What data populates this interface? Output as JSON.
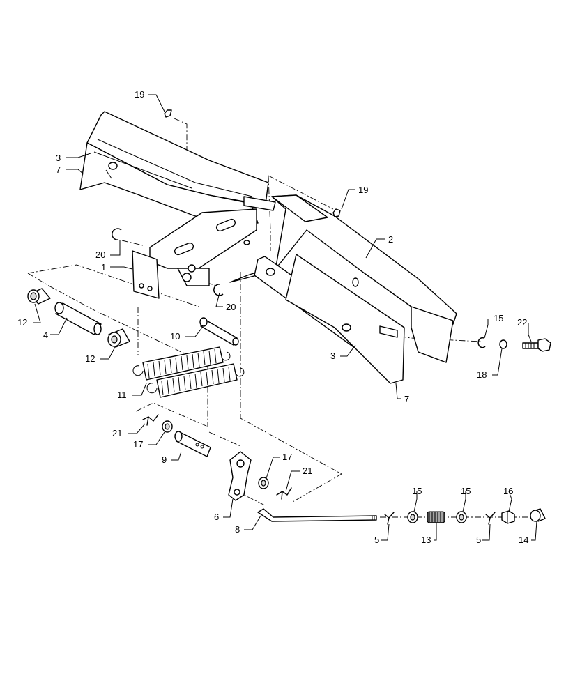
{
  "callouts": [
    {
      "id": "c19a",
      "text": "19"
    },
    {
      "id": "c3a",
      "text": "3"
    },
    {
      "id": "c7a",
      "text": "7"
    },
    {
      "id": "c19b",
      "text": "19"
    },
    {
      "id": "c2",
      "text": "2"
    },
    {
      "id": "c20a",
      "text": "20"
    },
    {
      "id": "c1",
      "text": "1"
    },
    {
      "id": "c20b",
      "text": "20"
    },
    {
      "id": "c12a",
      "text": "12"
    },
    {
      "id": "c4",
      "text": "4"
    },
    {
      "id": "c12b",
      "text": "12"
    },
    {
      "id": "c10",
      "text": "10"
    },
    {
      "id": "c11",
      "text": "11"
    },
    {
      "id": "c15a",
      "text": "15"
    },
    {
      "id": "c22",
      "text": "22"
    },
    {
      "id": "c18",
      "text": "18"
    },
    {
      "id": "c3b",
      "text": "3"
    },
    {
      "id": "c7b",
      "text": "7"
    },
    {
      "id": "c21a",
      "text": "21"
    },
    {
      "id": "c17a",
      "text": "17"
    },
    {
      "id": "c9",
      "text": "9"
    },
    {
      "id": "c17b",
      "text": "17"
    },
    {
      "id": "c21b",
      "text": "21"
    },
    {
      "id": "c6",
      "text": "6"
    },
    {
      "id": "c8",
      "text": "8"
    },
    {
      "id": "c15b",
      "text": "15"
    },
    {
      "id": "c15c",
      "text": "15"
    },
    {
      "id": "c16",
      "text": "16"
    },
    {
      "id": "c5a",
      "text": "5"
    },
    {
      "id": "c13",
      "text": "13"
    },
    {
      "id": "c5b",
      "text": "5"
    },
    {
      "id": "c14",
      "text": "14"
    }
  ]
}
